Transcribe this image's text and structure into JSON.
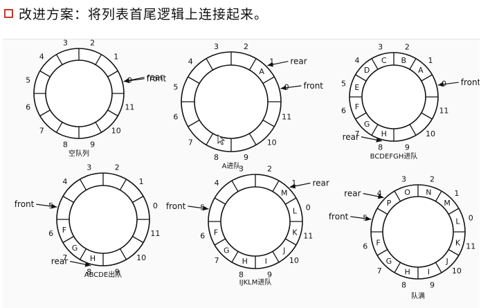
{
  "title": "改进方案：将列表首尾逻辑上连接起来。",
  "pointers": {
    "front": "front",
    "rear": "rear"
  },
  "diagrams": [
    {
      "caption": "空队列",
      "cells": {},
      "front_index": 0,
      "rear_index": 0
    },
    {
      "caption": "A进队",
      "cells": {
        "1": "A"
      },
      "front_index": 0,
      "rear_index": 1
    },
    {
      "caption": "BCDEFGH进队",
      "cells": {
        "1": "A",
        "2": "B",
        "3": "C",
        "4": "D",
        "5": "E",
        "6": "F",
        "7": "G",
        "8": "H"
      },
      "front_index": 0,
      "rear_index": 8
    },
    {
      "caption": "ABCDE出队",
      "cells": {
        "6": "F",
        "7": "G",
        "8": "H"
      },
      "front_index": 5,
      "rear_index": 8
    },
    {
      "caption": "IJKLM进队",
      "cells": {
        "6": "F",
        "7": "G",
        "8": "H",
        "9": "I",
        "10": "J",
        "11": "K",
        "0": "L",
        "1": "M"
      },
      "front_index": 5,
      "rear_index": 1
    },
    {
      "caption": "队满",
      "cells": {
        "6": "F",
        "7": "G",
        "8": "H",
        "9": "I",
        "10": "J",
        "11": "K",
        "0": "L",
        "1": "M",
        "2": "N",
        "3": "O",
        "4": "P"
      },
      "front_index": 5,
      "rear_index": 4
    }
  ]
}
